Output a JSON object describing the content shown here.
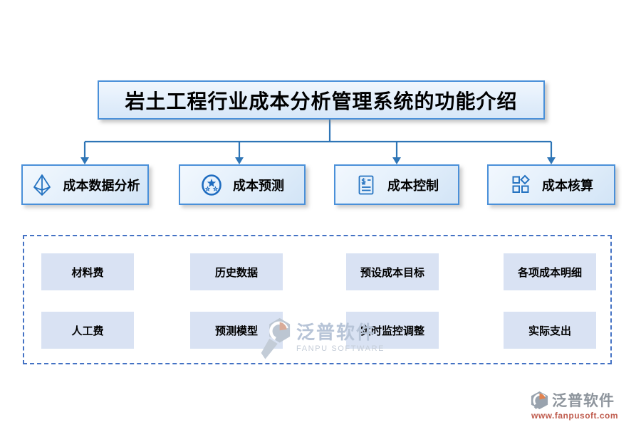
{
  "title": "岩土工程行业成本分析管理系统的功能介绍",
  "features": [
    {
      "label": "成本数据分析",
      "icon": "pyramid-icon"
    },
    {
      "label": "成本预测",
      "icon": "star-badge-icon"
    },
    {
      "label": "成本控制",
      "icon": "invoice-icon"
    },
    {
      "label": "成本核算",
      "icon": "grid-diamond-icon"
    }
  ],
  "details": {
    "row1": [
      "材料费",
      "历史数据",
      "预设成本目标",
      "各项成本明细"
    ],
    "row2": [
      "人工费",
      "预测模型",
      "实时监控调整",
      "实际支出"
    ]
  },
  "watermark": {
    "brand": "泛普软件",
    "brand_en": "FANPU SOFTWARE"
  },
  "footer_logo": {
    "brand": "泛普软件",
    "url": "www.fanpusoft.com"
  },
  "colors": {
    "connector_blue": "#2e75b6",
    "box_border_blue": "#4a90d9",
    "box_fill_light": "#e0edfa",
    "detail_cell_bg": "#d9e2f3",
    "dashed_border_blue": "#4472c4",
    "watermark_gray_blue": "#b7c4d7",
    "footer_url_red": "#bf5b4d",
    "logo_orange": "#e0824f",
    "logo_gray": "#99a3ae"
  }
}
